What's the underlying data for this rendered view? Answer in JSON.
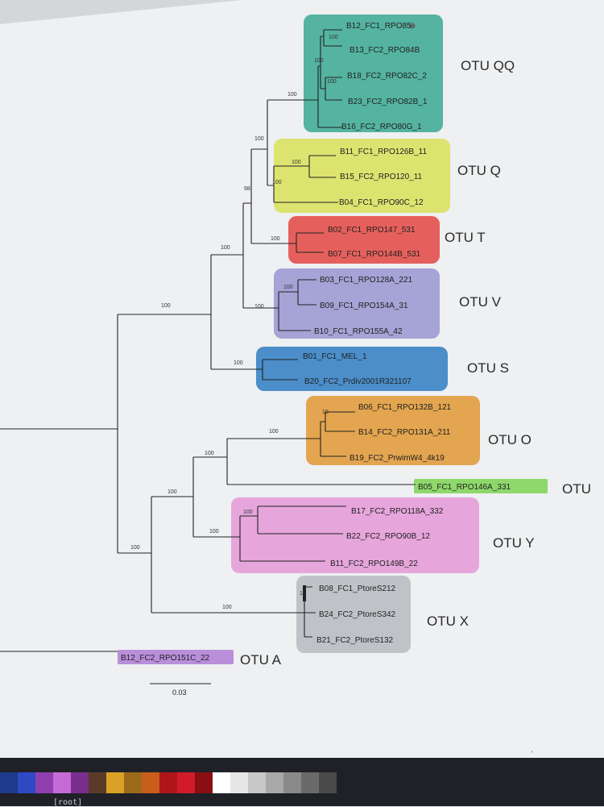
{
  "tree": {
    "clades": [
      {
        "id": "QQ",
        "otu": "OTU QQ",
        "color": "#55b3a1",
        "tips": [
          "B12_FC1_RPO85",
          "B13_FC2_RPO84B",
          "B18_FC2_RPO82C_2",
          "B23_FC2_RPO82B_1",
          "B16_FC2_RPO80G_1"
        ]
      },
      {
        "id": "Q",
        "otu": "OTU Q",
        "color": "#dde36f",
        "tips": [
          "B11_FC1_RPO126B_11",
          "B15_FC2_RPO120_11",
          "B04_FC1_RPO90C_12"
        ]
      },
      {
        "id": "T",
        "otu": "OTU T",
        "color": "#e5605c",
        "tips": [
          "B02_FC1_RPO147_531",
          "B07_FC1_RPO144B_531"
        ]
      },
      {
        "id": "V",
        "otu": "OTU V",
        "color": "#a6a3d6",
        "tips": [
          "B03_FC1_RPO128A_221",
          "B09_FC1_RPO154A_31",
          "B10_FC1_RPO155A_42"
        ]
      },
      {
        "id": "S",
        "otu": "OTU S",
        "color": "#4b8ec9",
        "tips": [
          "B01_FC1_MEL_1",
          "B20_FC2_Prdiv2001R321107"
        ]
      },
      {
        "id": "O",
        "otu": "OTU O",
        "color": "#e3a54f",
        "tips": [
          "B06_FC1_RPO132B_121",
          "B14_FC2_RPO131A_211",
          "B19_FC2_PrwimW4_4k19"
        ]
      },
      {
        "id": "U",
        "otu": "OTU",
        "color": "#8ed86b",
        "tips": [
          "B05_FC1_RPO146A_331"
        ]
      },
      {
        "id": "Y",
        "otu": "OTU Y",
        "color": "#e6a6dc",
        "tips": [
          "B17_FC2_RPO118A_332",
          "B22_FC2_RPO90B_12",
          "B11_FC2_RPO149B_22"
        ]
      },
      {
        "id": "X",
        "otu": "OTU X",
        "color": "#bfc3c8",
        "tips": [
          "B08_FC1_PtoreS212",
          "B24_FC2_PtoreS342",
          "B21_FC2_PtoreS132"
        ]
      },
      {
        "id": "A",
        "otu": "OTU A",
        "color": "#b98fda",
        "tips": [
          "B12_FC2_RPO151C_22"
        ]
      }
    ],
    "support_values": [
      "100",
      "100",
      "100",
      "100",
      "100",
      "98",
      "100",
      "100",
      "100",
      "100",
      "100",
      "100",
      "100",
      "100",
      "100",
      "100",
      "100",
      "100",
      "100",
      "100",
      "100",
      "100",
      "10",
      "1"
    ],
    "scale_bar_label": "0.03"
  },
  "palette": [
    "#1e3a8a",
    "#2f49c5",
    "#8f3fb0",
    "#c66bd6",
    "#7a2e8e",
    "#5a3b2a",
    "#d9a226",
    "#9b6b1b",
    "#c95d1a",
    "#b0151a",
    "#d11b2b",
    "#8a0e14",
    "#ffffff",
    "#e6e6e6",
    "#c8c8c8",
    "#a8a8a8",
    "#8a8a8a",
    "#6a6a6a",
    "#4a4a4a"
  ],
  "taskbar": {
    "path_text": "[root]"
  }
}
